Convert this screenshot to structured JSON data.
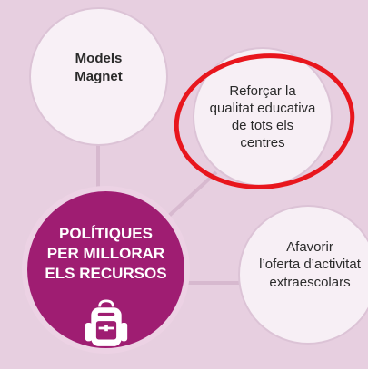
{
  "diagram": {
    "nodes": {
      "models_magnet": "Models\nMagnet",
      "reforcar_qualitat": "Reforçar la\nqualitat educativa\nde tots els\ncentres",
      "central": "POLÍTIQUES\nPER MILLORAR\nELS RECURSOS",
      "afavorir_oferta": "Afavorir\nl’oferta d’activitat\nextraescolars"
    },
    "icons": {
      "central_icon": "backpack-icon",
      "highlight": "red-ellipse-highlight"
    },
    "colors": {
      "background": "#e7cfe0",
      "central_fill": "#9f1d72",
      "light_node_fill": "#f8f0f6",
      "connector": "#d7b9cf",
      "highlight": "#e8161d"
    }
  }
}
